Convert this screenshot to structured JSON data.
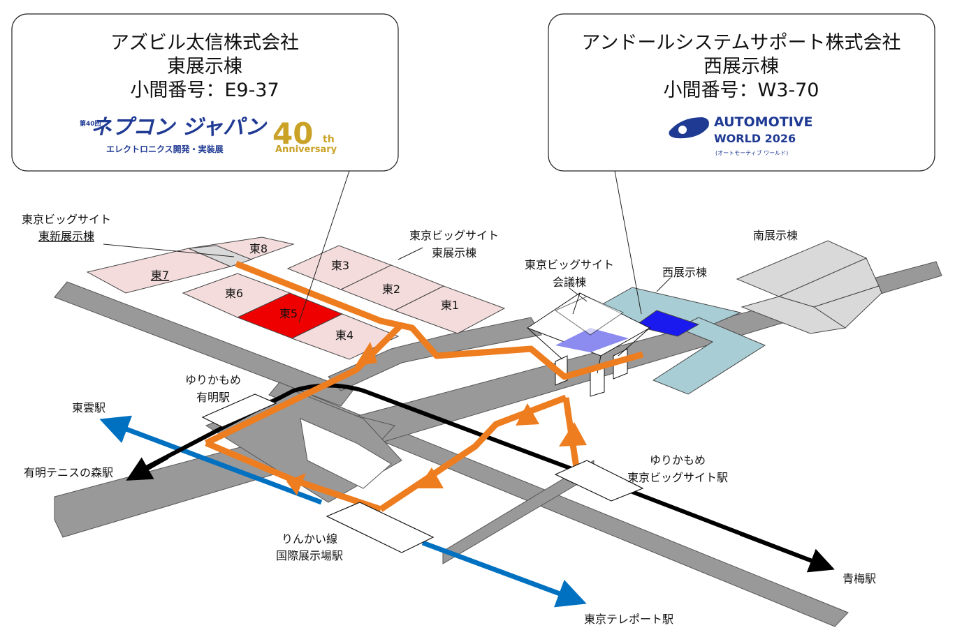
{
  "callouts": {
    "left": {
      "company": "アズビル太信株式会社",
      "hall": "東展示棟",
      "booth": "小間番号：E9-37",
      "logo": {
        "small_vertical": "第40回",
        "title": "ネプコン ジャパン",
        "subtitle": "エレクトロニクス開発・実装展",
        "anniv_number": "40",
        "anniv_suffix": "th",
        "anniv_word": "Anniversary",
        "color_navy": "#1f3a93",
        "color_gold": "#c9a227"
      }
    },
    "right": {
      "company": "アンドールシステムサポート株式会社",
      "hall": "西展示棟",
      "booth": "小間番号：W3-70",
      "logo": {
        "line1": "AUTOMOTIVE",
        "line2": "WORLD 2026",
        "line3": "(オートモーティブ ワールド)",
        "color": "#1f3a93"
      }
    }
  },
  "buildings": {
    "east_new": "東京ビッグサイト",
    "east_new_sub": "東新展示棟",
    "east": "東京ビッグサイト",
    "east_sub": "東展示棟",
    "conference": "東京ビッグサイト",
    "conference_sub": "会議棟",
    "west": "西展示棟",
    "south": "南展示棟"
  },
  "halls": {
    "h1": "東1",
    "h2": "東2",
    "h3": "東3",
    "h4": "東4",
    "h5": "東5",
    "h6": "東6",
    "h7": "東7",
    "h8": "東8"
  },
  "stations": {
    "ariake_l1": "ゆりかもめ",
    "ariake_l2": "有明駅",
    "bigsight_l1": "ゆりかもめ",
    "bigsight_l2": "東京ビッグサイト駅",
    "rinkai_l1": "りんかい線",
    "rinkai_l2": "国際展示場駅",
    "shinonome": "東雲駅",
    "ariake_tennis": "有明テニスの森駅",
    "aomi": "青梅駅",
    "teleport": "東京テレポート駅"
  },
  "colors": {
    "route_orange": "#ed7d1f",
    "rinkai_blue": "#0070c0",
    "yurikamome_black": "#000000",
    "highlight_red": "#ee0000",
    "highlight_blue": "#1a1aee",
    "hall_pink": "#f4dcdc",
    "west_teal": "#a9cdd4",
    "south_gray": "#d9d9d9",
    "road_gray": "#999999"
  }
}
